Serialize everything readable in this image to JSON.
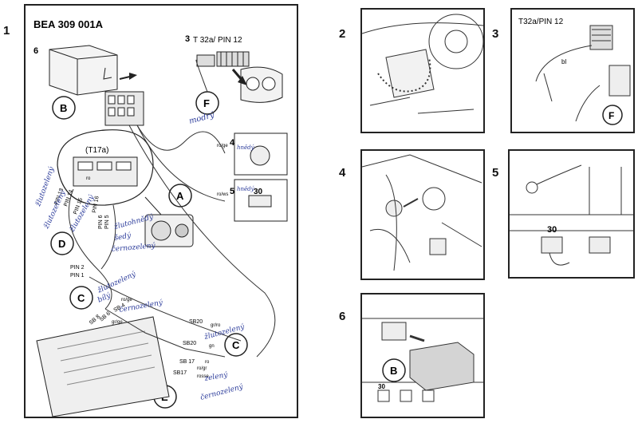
{
  "steps": {
    "s1": "1",
    "s2": "2",
    "s3": "3",
    "s4": "4",
    "s5": "5",
    "s6": "6"
  },
  "main": {
    "code": "BEA 309 001A",
    "inner": {
      "n6": "6",
      "n3": "3",
      "n4": "4",
      "n5": "5"
    },
    "pin_t32a": "T 32a/ PIN 12",
    "connector_t17a": "(T17a)",
    "relay_30": "30",
    "pin_labels": [
      "PIN 13",
      "PIN 14",
      "PIN 16",
      "PIN 15",
      "PIN 6",
      "PIN 5",
      "PIN 2",
      "PIN 1"
    ],
    "fuse_labels": [
      "SB 8",
      "SB 6",
      "SB 4",
      "SB20",
      "SB20",
      "SB 17",
      "SB17"
    ],
    "wire_colors": [
      "ro/ge",
      "ro/ws",
      "ro/ge",
      "ro",
      "gr/ge",
      "ro",
      "gr/ro",
      "gn",
      "rosse",
      "ro/gr"
    ],
    "callouts": {
      "A": "A",
      "B": "B",
      "C1": "C",
      "C2": "C",
      "D": "D",
      "E": "E",
      "F": "F"
    },
    "handwritten": [
      "modrý",
      "hnědý",
      "hnědý",
      "žlutozelený",
      "žlutozelený",
      "žlutozelený",
      "žlutohnědý",
      "šedý",
      "černozelený",
      "žlutozelený",
      "bílý",
      "černozelený",
      "žlutozelený",
      "zelený",
      "černozelený"
    ]
  },
  "panels": {
    "p3": {
      "title": "T32a/PIN 12",
      "wire_label": "bl",
      "callout": "F"
    },
    "p5": {
      "relay": "30"
    },
    "p6": {
      "callout": "B",
      "relay": "30"
    }
  }
}
